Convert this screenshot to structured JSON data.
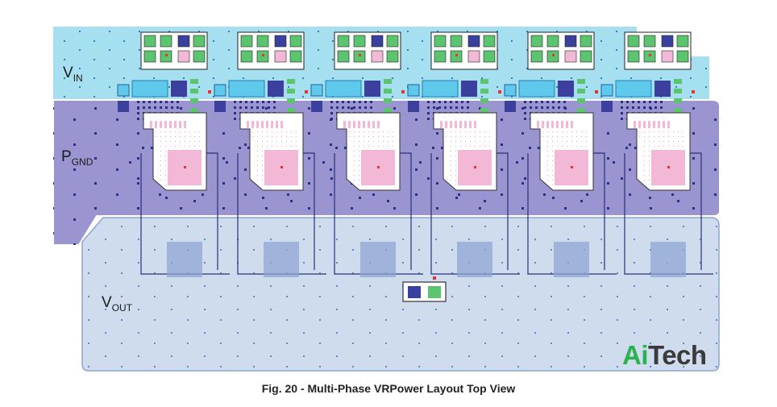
{
  "diagram": {
    "nets": [
      {
        "main": "V",
        "sub": "IN"
      },
      {
        "main": "P",
        "sub": "GND"
      },
      {
        "main": "V",
        "sub": "OUT"
      }
    ],
    "phase_count": 6
  },
  "colors": {
    "vin_region": "#a6dff0",
    "pgnd_region": "#9a95d0",
    "vout_region": "#cfdcee",
    "pad_green": "#5cc46e",
    "pad_navy": "#3b3f9e",
    "pad_cyan": "#5fc9ec",
    "pad_pink": "#f3b8d6",
    "inductor_pad": "#8fa6d4",
    "trace": "#2a2f7a"
  },
  "caption": "Fig. 20 - Multi-Phase VRPower Layout Top View",
  "logo": {
    "part1": "Ai",
    "part2": "Tech"
  }
}
